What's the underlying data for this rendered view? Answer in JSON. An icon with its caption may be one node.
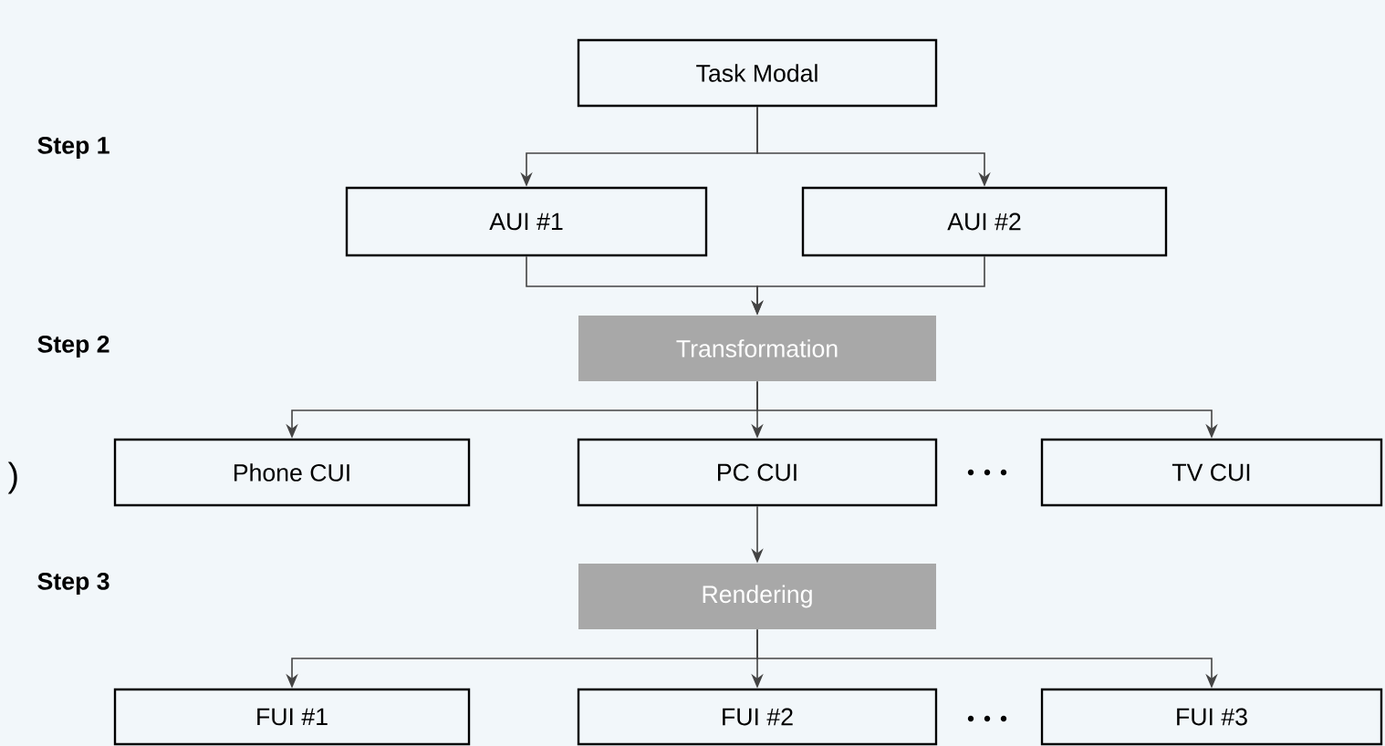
{
  "diagram": {
    "nodes": [
      {
        "text": [
          "Task Modal"
        ]
      },
      {
        "text": [
          "AUI #1"
        ]
      },
      {
        "text": [
          "AUI #2"
        ]
      },
      {
        "text": [
          "Transformation"
        ]
      },
      {
        "text": [
          "Phone CUI"
        ]
      },
      {
        "text": [
          "PC CUI"
        ]
      },
      {
        "text": [
          "TV CUI"
        ]
      },
      {
        "text": [
          "Rendering"
        ]
      },
      {
        "text": [
          "FUI #1"
        ]
      },
      {
        "text": [
          "FUI #2"
        ]
      },
      {
        "text": [
          "FUI #3"
        ]
      }
    ],
    "edges": [
      {
        "from": 0,
        "to": 1,
        "arrow": "to"
      },
      {
        "from": 0,
        "to": 2,
        "arrow": "to"
      },
      {
        "from": 1,
        "to": 3,
        "arrow": "to"
      },
      {
        "from": 2,
        "to": 3,
        "arrow": "to"
      },
      {
        "from": 3,
        "to": 4,
        "arrow": "to"
      },
      {
        "from": 3,
        "to": 5,
        "arrow": "to"
      },
      {
        "from": 3,
        "to": 6,
        "arrow": "to"
      },
      {
        "from": 5,
        "to": 7,
        "arrow": "to"
      },
      {
        "from": 7,
        "to": 8,
        "arrow": "to"
      },
      {
        "from": 7,
        "to": 9,
        "arrow": "to"
      },
      {
        "from": 7,
        "to": 10,
        "arrow": "to"
      }
    ],
    "labels": [
      "Step 1",
      "Step 2",
      "Step 3",
      ")"
    ]
  }
}
